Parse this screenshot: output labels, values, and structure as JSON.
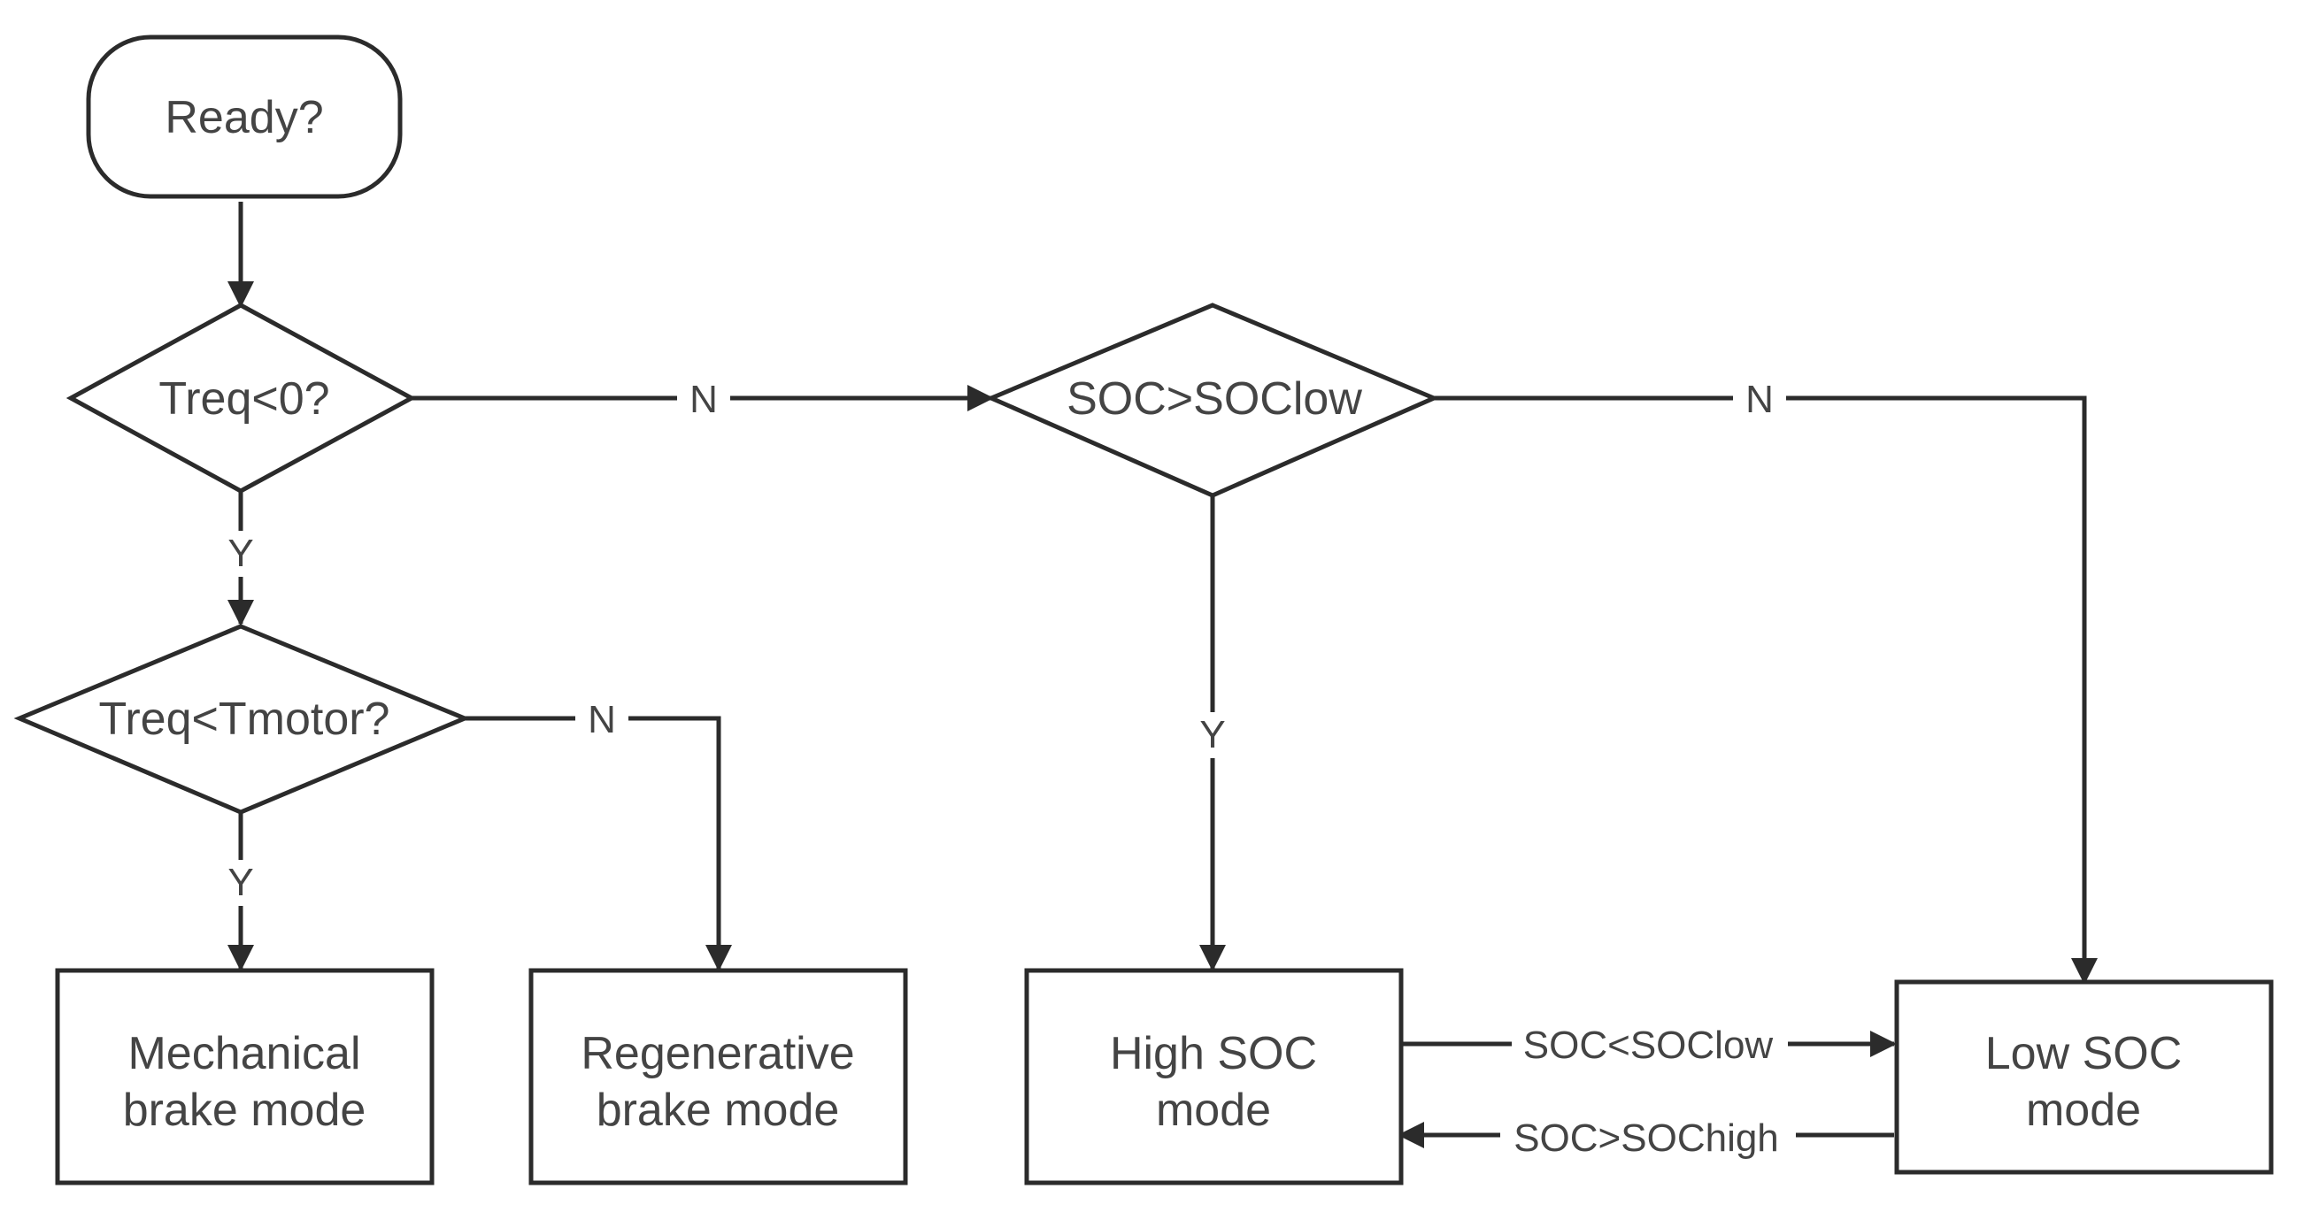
{
  "nodes": {
    "start": {
      "label": "Ready?"
    },
    "treq_check": {
      "label": "Treq<0?"
    },
    "tmotor_check": {
      "label": "Treq<Tmotor?"
    },
    "soc_check": {
      "label": "SOC>SOClow"
    },
    "mechanical": {
      "line1": "Mechanical",
      "line2": "brake mode"
    },
    "regenerative": {
      "line1": "Regenerative",
      "line2": "brake mode"
    },
    "high_soc": {
      "line1": "High SOC",
      "line2": "mode"
    },
    "low_soc": {
      "line1": "Low SOC",
      "line2": "mode"
    }
  },
  "edges": {
    "treq_no": "N",
    "treq_yes": "Y",
    "tmotor_no": "N",
    "tmotor_yes": "Y",
    "soc_yes": "Y",
    "soc_no": "N",
    "high_to_low": "SOC<SOClow",
    "low_to_high": "SOC>SOChigh"
  },
  "colors": {
    "stroke": "#2b2b2b",
    "text": "#444444",
    "background": "#ffffff"
  }
}
